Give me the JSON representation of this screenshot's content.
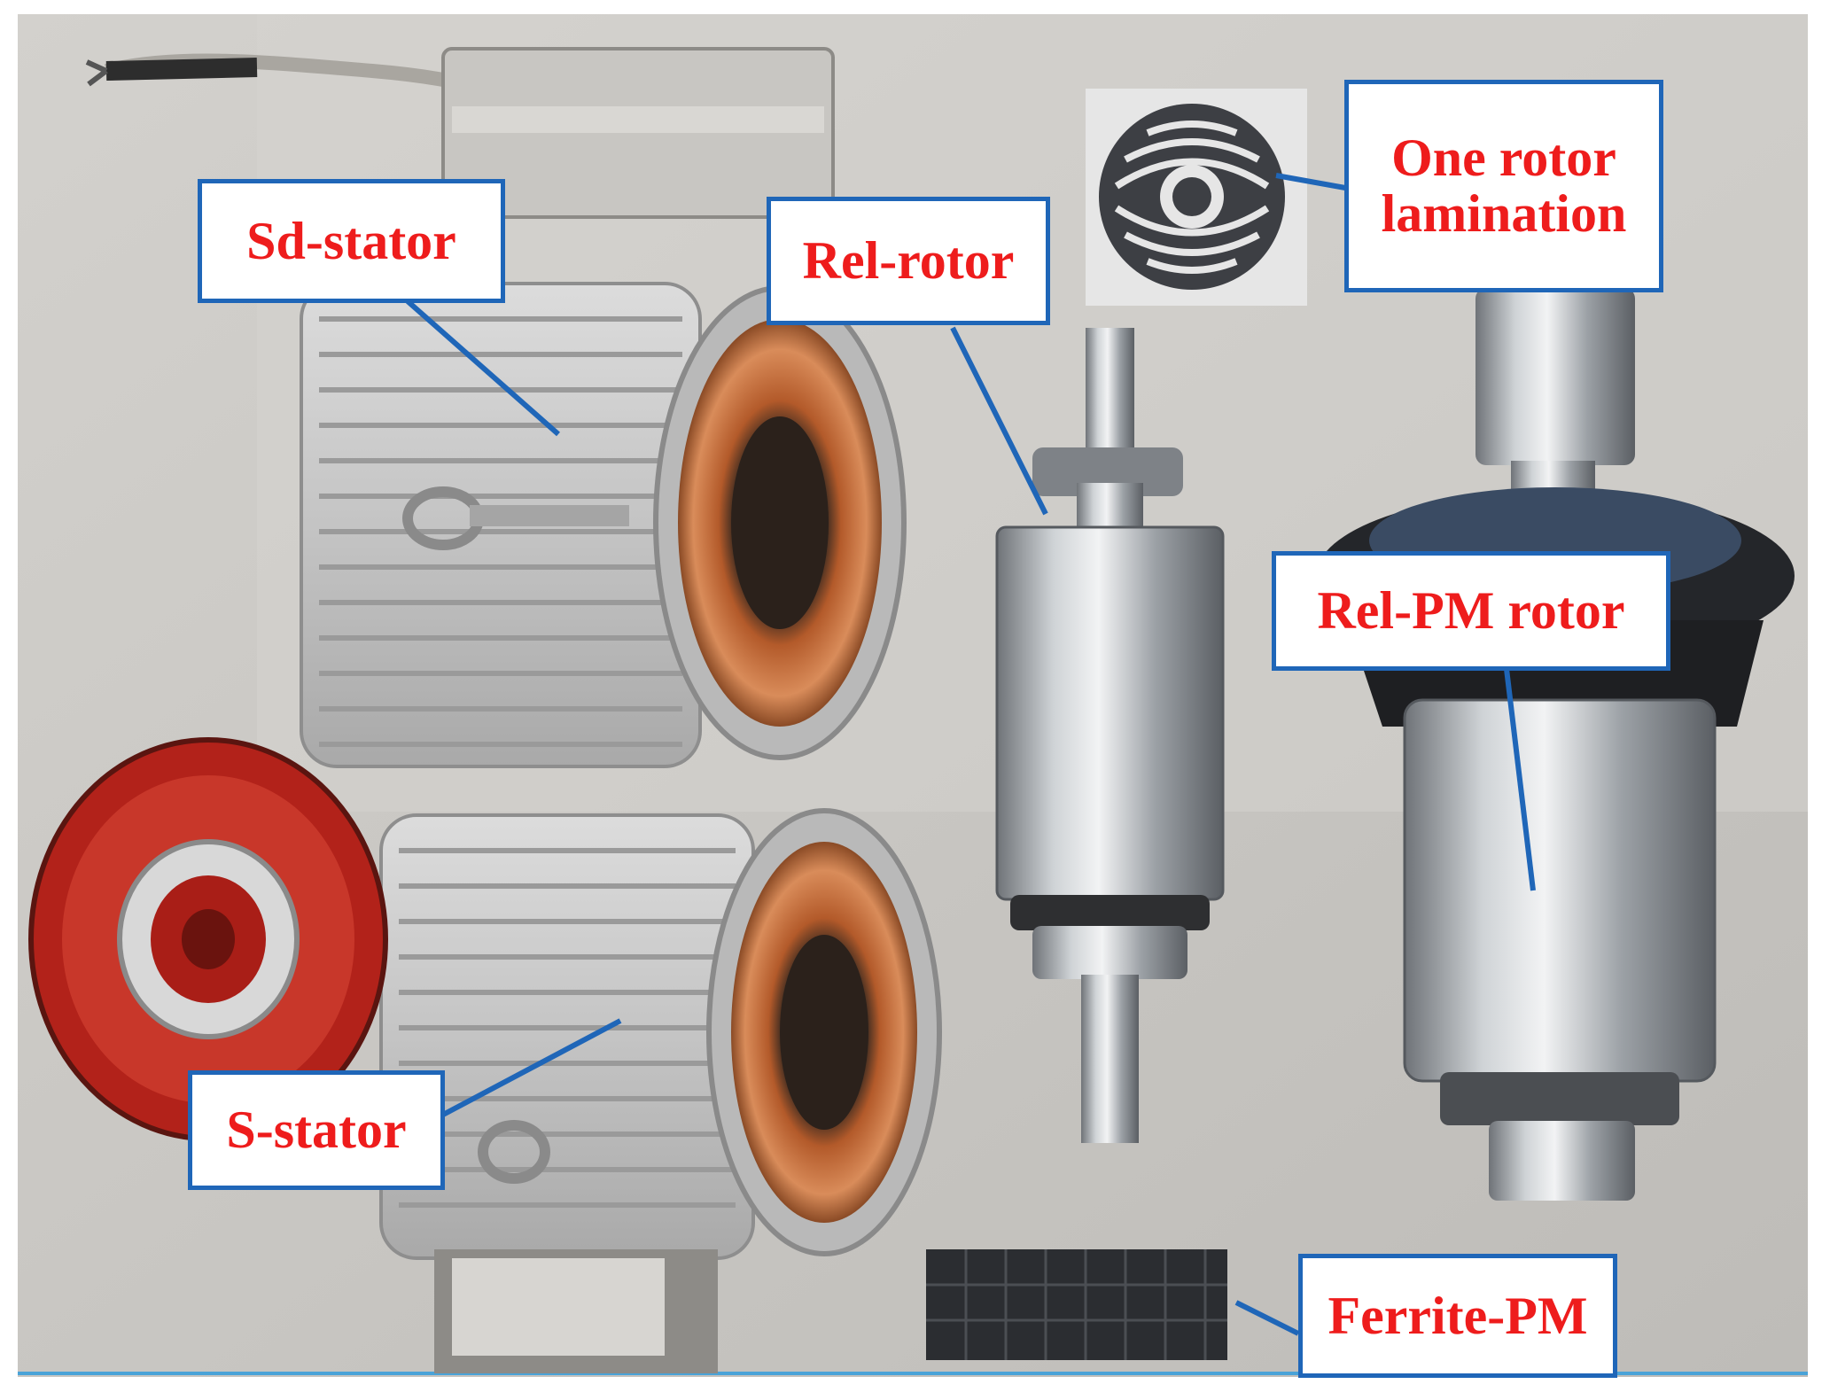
{
  "labels": {
    "sd_stator": "Sd-stator",
    "rel_rotor": "Rel-rotor",
    "one_rotor_lamination": "One rotor\nlamination",
    "rel_pm_rotor": "Rel-PM rotor",
    "s_stator": "S-stator",
    "ferrite_pm": "Ferrite-PM"
  },
  "colors": {
    "label_text": "#ee1c1c",
    "label_border": "#1f66b8",
    "leader_line": "#1f66b8",
    "background_floor": "#c9c7c3"
  }
}
